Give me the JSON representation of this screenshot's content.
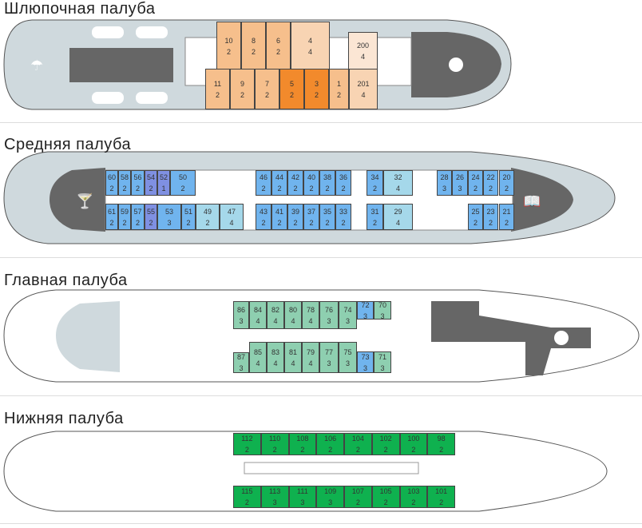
{
  "decks": [
    {
      "title": "Шлюпочная палуба",
      "cabins": [
        {
          "n": "10",
          "c": "2",
          "color": "#f6bf8c"
        },
        {
          "n": "8",
          "c": "2",
          "color": "#f6bf8c"
        },
        {
          "n": "6",
          "c": "2",
          "color": "#f6bf8c"
        },
        {
          "n": "4",
          "c": "4",
          "color": "#f8d4b3"
        },
        {
          "n": "200",
          "c": "4",
          "color": "#fbe6d4"
        },
        {
          "n": "11",
          "c": "2",
          "color": "#f6bf8c"
        },
        {
          "n": "9",
          "c": "2",
          "color": "#f6bf8c"
        },
        {
          "n": "7",
          "c": "2",
          "color": "#f6bf8c"
        },
        {
          "n": "5",
          "c": "2",
          "color": "#f28a2c"
        },
        {
          "n": "3",
          "c": "2",
          "color": "#f28a2c"
        },
        {
          "n": "1",
          "c": "2",
          "color": "#f6bf8c"
        },
        {
          "n": "201",
          "c": "4",
          "color": "#f8d4b3"
        }
      ]
    },
    {
      "title": "Средняя палуба",
      "cabins": [
        {
          "n": "60",
          "c": "2",
          "color": "#70b4ee"
        },
        {
          "n": "58",
          "c": "2",
          "color": "#70b4ee"
        },
        {
          "n": "56",
          "c": "2",
          "color": "#70b4ee"
        },
        {
          "n": "54",
          "c": "2",
          "color": "#7f90e2"
        },
        {
          "n": "52",
          "c": "1",
          "color": "#7f90e2"
        },
        {
          "n": "50",
          "c": "2",
          "color": "#70b4ee"
        },
        {
          "n": "46",
          "c": "2",
          "color": "#70b4ee"
        },
        {
          "n": "44",
          "c": "2",
          "color": "#70b4ee"
        },
        {
          "n": "42",
          "c": "2",
          "color": "#70b4ee"
        },
        {
          "n": "40",
          "c": "2",
          "color": "#70b4ee"
        },
        {
          "n": "38",
          "c": "2",
          "color": "#70b4ee"
        },
        {
          "n": "36",
          "c": "2",
          "color": "#70b4ee"
        },
        {
          "n": "34",
          "c": "2",
          "color": "#70b4ee"
        },
        {
          "n": "32",
          "c": "4",
          "color": "#a5d8ea"
        },
        {
          "n": "28",
          "c": "3",
          "color": "#70b4ee"
        },
        {
          "n": "26",
          "c": "3",
          "color": "#70b4ee"
        },
        {
          "n": "24",
          "c": "2",
          "color": "#70b4ee"
        },
        {
          "n": "22",
          "c": "2",
          "color": "#70b4ee"
        },
        {
          "n": "20",
          "c": "2",
          "color": "#70b4ee"
        },
        {
          "n": "61",
          "c": "2",
          "color": "#70b4ee"
        },
        {
          "n": "59",
          "c": "2",
          "color": "#70b4ee"
        },
        {
          "n": "57",
          "c": "2",
          "color": "#70b4ee"
        },
        {
          "n": "55",
          "c": "2",
          "color": "#7f90e2"
        },
        {
          "n": "53",
          "c": "3",
          "color": "#70b4ee"
        },
        {
          "n": "51",
          "c": "2",
          "color": "#70b4ee"
        },
        {
          "n": "49",
          "c": "2",
          "color": "#a5d8ea"
        },
        {
          "n": "47",
          "c": "4",
          "color": "#a5d8ea"
        },
        {
          "n": "43",
          "c": "2",
          "color": "#70b4ee"
        },
        {
          "n": "41",
          "c": "2",
          "color": "#70b4ee"
        },
        {
          "n": "39",
          "c": "2",
          "color": "#70b4ee"
        },
        {
          "n": "37",
          "c": "2",
          "color": "#70b4ee"
        },
        {
          "n": "35",
          "c": "2",
          "color": "#70b4ee"
        },
        {
          "n": "33",
          "c": "2",
          "color": "#70b4ee"
        },
        {
          "n": "31",
          "c": "2",
          "color": "#70b4ee"
        },
        {
          "n": "29",
          "c": "4",
          "color": "#a5d8ea"
        },
        {
          "n": "25",
          "c": "2",
          "color": "#70b4ee"
        },
        {
          "n": "23",
          "c": "2",
          "color": "#70b4ee"
        },
        {
          "n": "21",
          "c": "2",
          "color": "#70b4ee"
        }
      ]
    },
    {
      "title": "Главная палуба",
      "cabins": [
        {
          "n": "86",
          "c": "3",
          "color": "#8ecfb0"
        },
        {
          "n": "84",
          "c": "4",
          "color": "#8ecfb0"
        },
        {
          "n": "82",
          "c": "4",
          "color": "#8ecfb0"
        },
        {
          "n": "80",
          "c": "4",
          "color": "#8ecfb0"
        },
        {
          "n": "78",
          "c": "4",
          "color": "#8ecfb0"
        },
        {
          "n": "76",
          "c": "3",
          "color": "#8ecfb0"
        },
        {
          "n": "74",
          "c": "3",
          "color": "#8ecfb0"
        },
        {
          "n": "72",
          "c": "3",
          "color": "#70b4ee"
        },
        {
          "n": "70",
          "c": "3",
          "color": "#8ecfb0"
        },
        {
          "n": "87",
          "c": "3",
          "color": "#8ecfb0"
        },
        {
          "n": "85",
          "c": "4",
          "color": "#8ecfb0"
        },
        {
          "n": "83",
          "c": "4",
          "color": "#8ecfb0"
        },
        {
          "n": "81",
          "c": "4",
          "color": "#8ecfb0"
        },
        {
          "n": "79",
          "c": "4",
          "color": "#8ecfb0"
        },
        {
          "n": "77",
          "c": "3",
          "color": "#8ecfb0"
        },
        {
          "n": "75",
          "c": "3",
          "color": "#8ecfb0"
        },
        {
          "n": "73",
          "c": "3",
          "color": "#70b4ee"
        },
        {
          "n": "71",
          "c": "3",
          "color": "#8ecfb0"
        }
      ]
    },
    {
      "title": "Нижняя палуба",
      "cabins": [
        {
          "n": "112",
          "c": "2",
          "color": "#0fb14f"
        },
        {
          "n": "110",
          "c": "2",
          "color": "#0fb14f"
        },
        {
          "n": "108",
          "c": "2",
          "color": "#0fb14f"
        },
        {
          "n": "106",
          "c": "2",
          "color": "#0fb14f"
        },
        {
          "n": "104",
          "c": "2",
          "color": "#0fb14f"
        },
        {
          "n": "102",
          "c": "2",
          "color": "#0fb14f"
        },
        {
          "n": "100",
          "c": "2",
          "color": "#0fb14f"
        },
        {
          "n": "98",
          "c": "2",
          "color": "#0fb14f"
        },
        {
          "n": "115",
          "c": "2",
          "color": "#0fb14f"
        },
        {
          "n": "113",
          "c": "3",
          "color": "#0fb14f"
        },
        {
          "n": "111",
          "c": "3",
          "color": "#0fb14f"
        },
        {
          "n": "109",
          "c": "3",
          "color": "#0fb14f"
        },
        {
          "n": "107",
          "c": "2",
          "color": "#0fb14f"
        },
        {
          "n": "105",
          "c": "2",
          "color": "#0fb14f"
        },
        {
          "n": "103",
          "c": "2",
          "color": "#0fb14f"
        },
        {
          "n": "101",
          "c": "2",
          "color": "#0fb14f"
        }
      ]
    }
  ]
}
